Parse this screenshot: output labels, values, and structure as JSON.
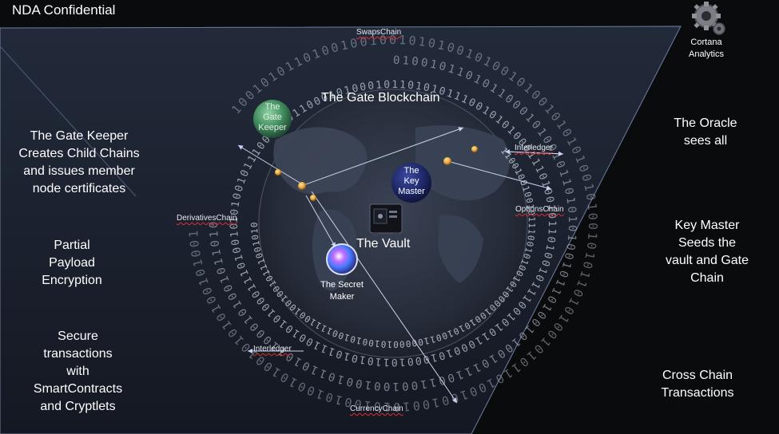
{
  "header": {
    "title": "NDA Confidential"
  },
  "cortana": {
    "label_line1": "Cortana",
    "label_line2": "Analytics",
    "icon": "gear-icon"
  },
  "left_panel": {
    "gate_keeper": [
      "The Gate Keeper",
      "Creates Child Chains",
      "and issues member",
      "node certificates"
    ],
    "partial_payload": [
      "Partial",
      "Payload",
      "Encryption"
    ],
    "secure_transactions": [
      "Secure",
      "transactions",
      "with",
      "SmartContracts",
      "and Cryptlets"
    ]
  },
  "right_panel": {
    "oracle": [
      "The Oracle",
      "sees all"
    ],
    "key_master": [
      "Key Master",
      "Seeds the",
      "vault and Gate",
      "Chain"
    ],
    "cross_chain": [
      "Cross Chain",
      "Transactions"
    ]
  },
  "chains": {
    "swaps": "SwapsChain",
    "derivatives": "DerivativesChain",
    "options": "OptionsChain",
    "interledger_top": "Interledger",
    "interledger_bottom": "Interledger",
    "currency": "CurrencyChain"
  },
  "center": {
    "gate_blockchain": "The Gate Blockchain",
    "vault": "The Vault",
    "gate_keeper_node": [
      "The",
      "Gate",
      "Keeper"
    ],
    "key_master_node": [
      "The",
      "Key",
      "Master"
    ],
    "secret_maker": [
      "The Secret",
      "Maker"
    ]
  },
  "binary_rings": [
    "10100101110010101100010100010110101011100101010001110100101",
    "01001011010110001010010110101010010110100101001011100110010",
    "10010101101001001001010100101001010010101010010100101011010",
    "1100100100101110010100101000010010101001100000101001010011"
  ],
  "colors": {
    "background": "#0a0b0d",
    "funnel": "#1b2230",
    "funnel_edge": "#6f7fa2",
    "globe": "#2b3140",
    "accent_green": "#4a9a6a",
    "accent_navy": "#1f2a66",
    "chain_underline": "#e0302a",
    "arrow": "#c9d3f0"
  }
}
